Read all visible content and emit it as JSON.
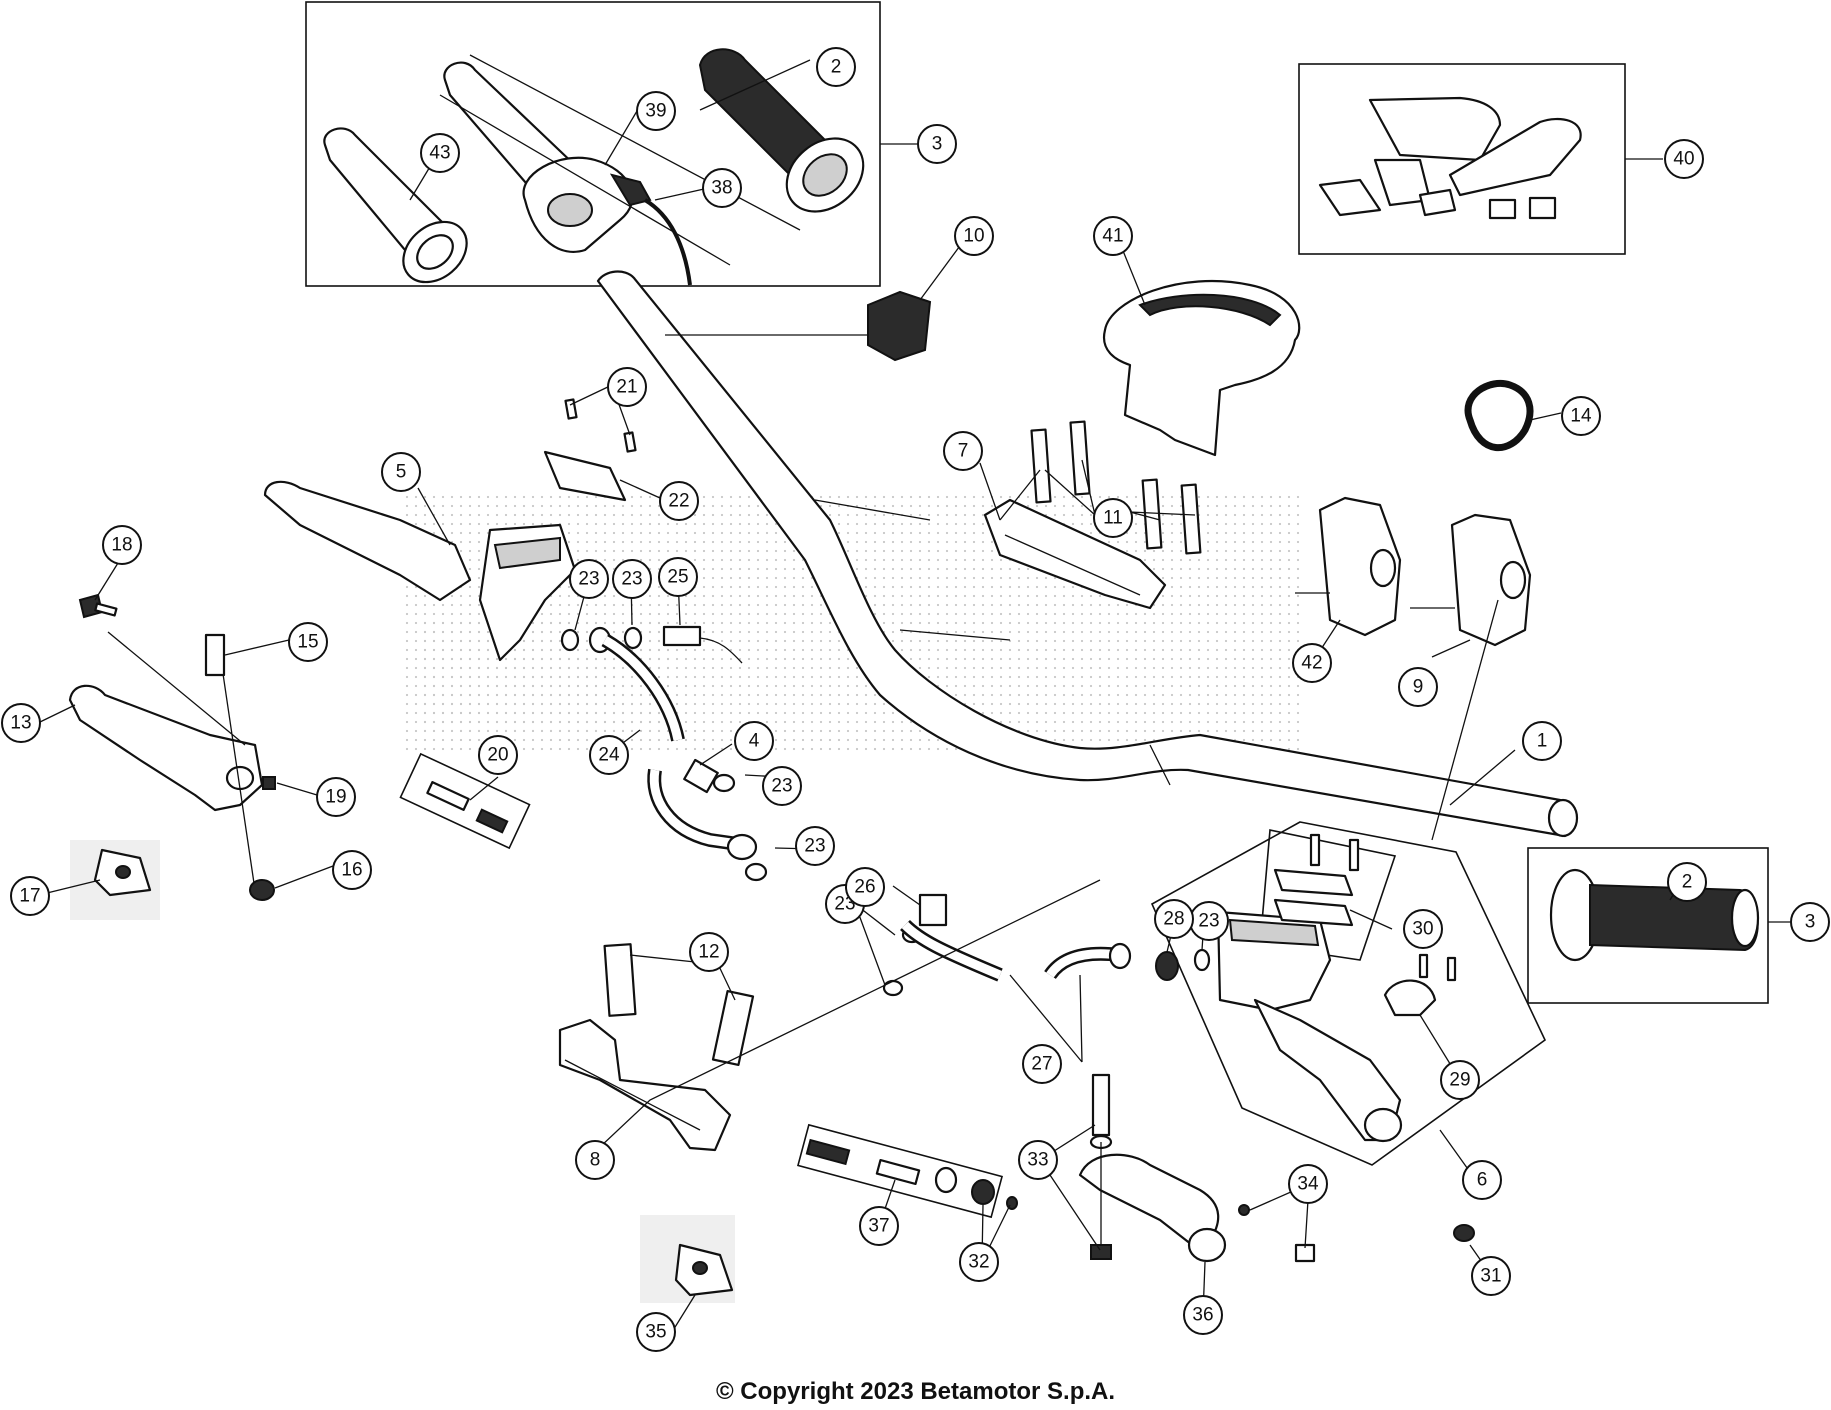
{
  "copyright": "© Copyright 2023 Betamotor S.p.A.",
  "callout_labels": [
    "1",
    "2",
    "3",
    "4",
    "5",
    "6",
    "7",
    "8",
    "9",
    "10",
    "11",
    "12",
    "13",
    "14",
    "15",
    "16",
    "17",
    "18",
    "19",
    "20",
    "21",
    "22",
    "23",
    "24",
    "25",
    "26",
    "27",
    "28",
    "29",
    "30",
    "31",
    "32",
    "33",
    "34",
    "35",
    "36",
    "37",
    "38",
    "39",
    "40",
    "41",
    "42",
    "43"
  ]
}
